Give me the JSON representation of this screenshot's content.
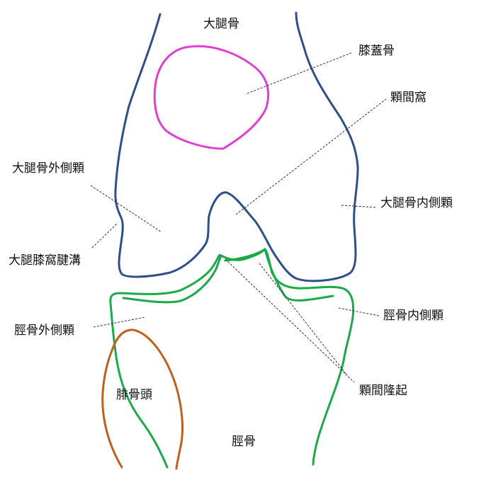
{
  "labels": {
    "femur": "大腿骨",
    "patella": "膝蓋骨",
    "intercondylar_fossa": "顆間窩",
    "lateral_femoral_condyle": "大腿骨外側顆",
    "medial_femoral_condyle": "大腿骨内側顆",
    "popliteal_groove": "大腿膝窩腱溝",
    "lateral_tibial_condyle": "脛骨外側顆",
    "medial_tibial_condyle": "脛骨内側顆",
    "intercondylar_eminence": "顆間隆起",
    "fibular_head": "腓骨頭",
    "tibia": "脛骨"
  },
  "colors": {
    "femur": "#2f4f8a",
    "patella": "#e040d0",
    "tibia": "#1aaa4a",
    "fibula": "#c0601c",
    "leader": "#333333",
    "text": "#111111"
  }
}
